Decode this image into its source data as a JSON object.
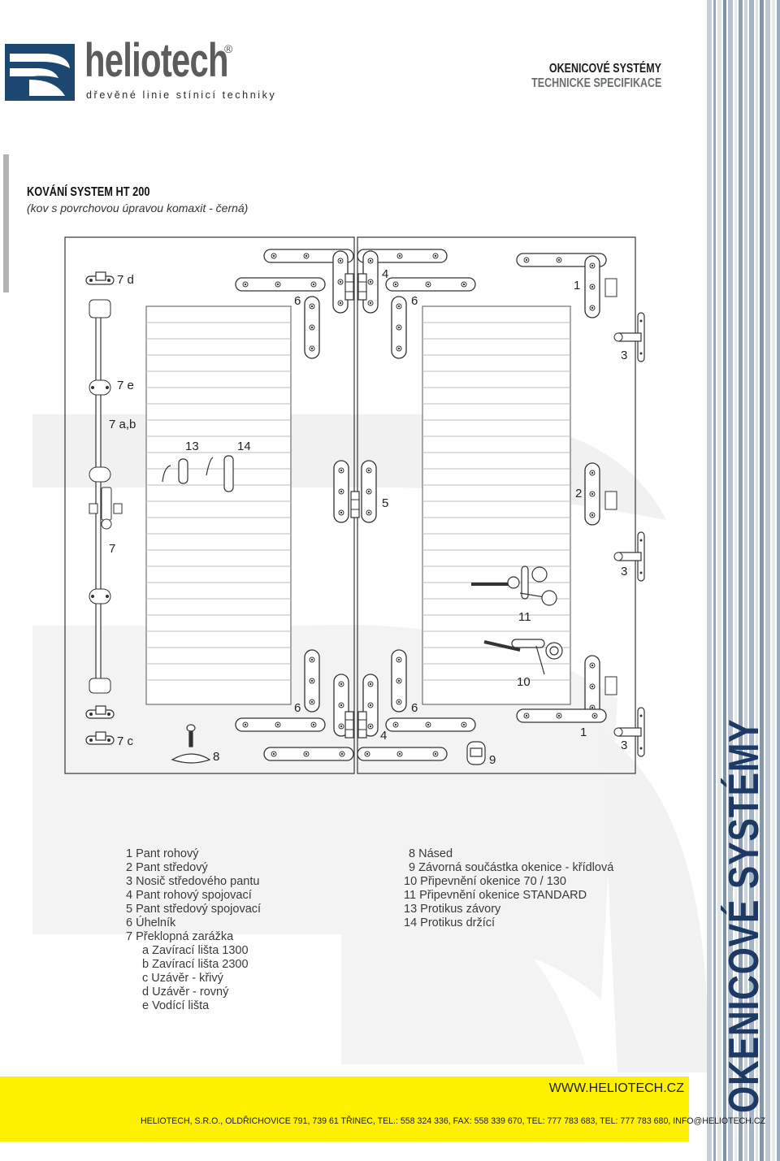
{
  "brand": {
    "name": "heliotech",
    "registered": "®",
    "tagline": "dřevěné linie stínicí techniky"
  },
  "header": {
    "title": "OKENICOVÉ SYSTÉMY",
    "subtitle": "TECHNICKE SPECIFIKACE"
  },
  "section": {
    "title": "KOVÁNÍ SYSTEM HT 200",
    "subtitle": "(kov s povrchovou úpravou komaxit - černá)"
  },
  "diagram_labels": {
    "l7d": "7 d",
    "l7e": "7 e",
    "l7ab": "7 a,b",
    "l13": "13",
    "l14": "14",
    "l7": "7",
    "l7c": "7 c",
    "l8": "8",
    "l6a": "6",
    "l4a": "4",
    "l6b": "6",
    "l1a": "1",
    "l3a": "3",
    "l5": "5",
    "l2": "2",
    "l3b": "3",
    "l11": "11",
    "l10": "10",
    "l6c": "6",
    "l6d": "6",
    "l4b": "4",
    "l9": "9",
    "l1b": "1",
    "l3c": "3"
  },
  "legend_left": [
    "1 Pant rohový",
    "2 Pant středový",
    "3 Nosič středového pantu",
    "4 Pant rohový spojovací",
    "5 Pant středový spojovací",
    "6 Úhelník",
    "7 Překlopná zarážka",
    "a   Zavírací lišta 1300",
    "b   Zavírací lišta 2300",
    "c   Uzávěr - křivý",
    "d   Uzávěr - rovný",
    "e   Vodící lišta"
  ],
  "legend_right": [
    "8 Násed",
    "9 Závorná součástka okenice - křídlová",
    "10 Připevnění okenice 70 / 130",
    "11 Připevnění okenice STANDARD",
    "13 Protikus závory",
    "14 Protikus držící"
  ],
  "footer": {
    "website": "WWW.HELIOTECH.CZ",
    "address": "HELIOTECH, S.R.O., OLDŘICHOVICE 791, 739 61 TŘINEC, TEL.: 558 324 336, FAX: 558 339 670,  TEL: 777 783 683, TEL: 777 783 680, INFO@HELIOTECH.CZ"
  },
  "vertical_label": "OKENICOVÉ SYSTÉMY",
  "colors": {
    "accent_yellow": "#fff200",
    "brand_navy": "#1e3a64",
    "logo_blue": "#1b4770",
    "grey_text": "#5a5c5e"
  }
}
